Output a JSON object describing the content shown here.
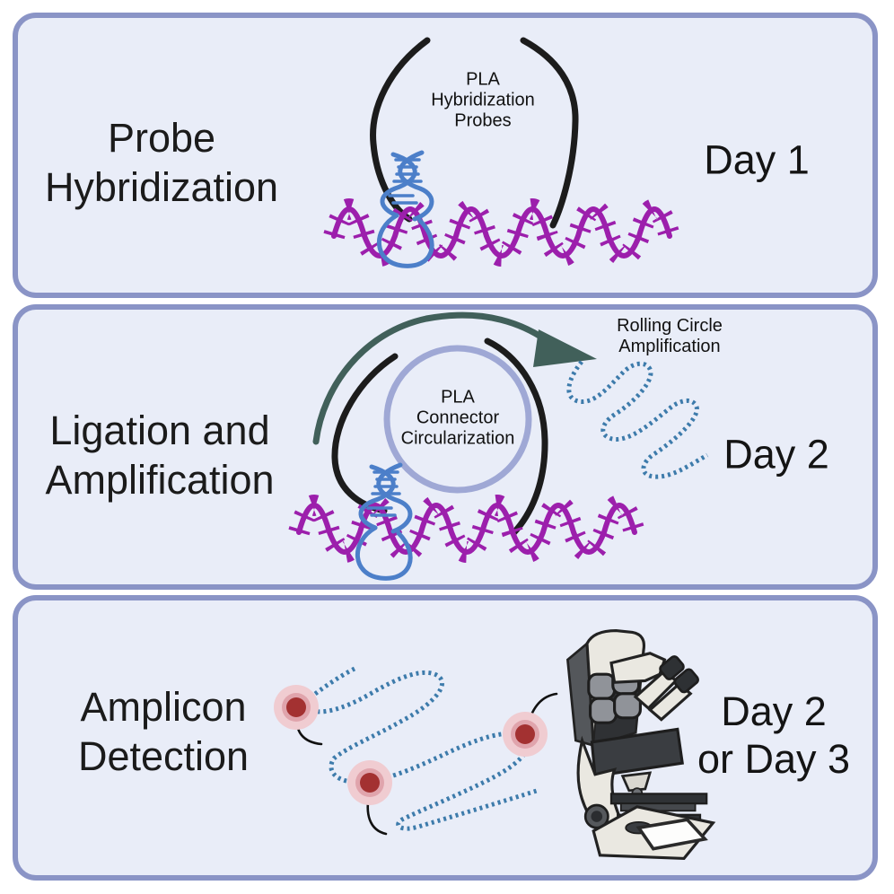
{
  "figure": {
    "panels": [
      {
        "title": [
          "Probe",
          "Hybridization"
        ],
        "day": [
          "Day 1"
        ],
        "annotations": {
          "probe_label": [
            "PLA",
            "Hybridization",
            "Probes"
          ]
        }
      },
      {
        "title": [
          "Ligation and",
          "Amplification"
        ],
        "day": [
          "Day 2"
        ],
        "annotations": {
          "connector_label": [
            "PLA",
            "Connector",
            "Circularization"
          ],
          "rca_label": [
            "Rolling Circle",
            "Amplification"
          ]
        }
      },
      {
        "title": [
          "Amplicon",
          "Detection"
        ],
        "day": [
          "Day 2",
          "or Day 3"
        ]
      }
    ],
    "colors": {
      "panel_border": "#8A94C6",
      "panel_background": "#E9EDF8",
      "probe_arc_black": "#1C1C1C",
      "dna_blue": "#4C7FC9",
      "rna_purple": "#9C1FAC",
      "arrow_teal": "#41605A",
      "connector_circle": "#9FA8D5",
      "amplicon_blue": "#3D7BAB",
      "fluorophore_core": "#A33131",
      "fluorophore_halo": "#F0CCD1"
    }
  }
}
